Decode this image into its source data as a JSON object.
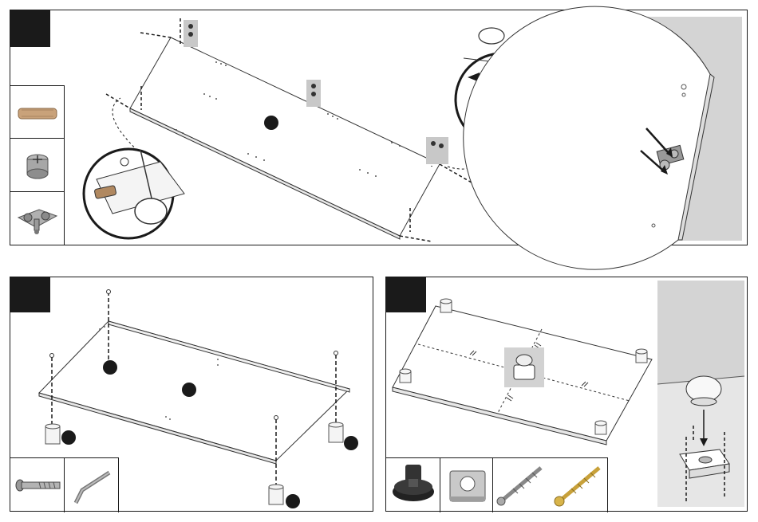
{
  "steps": [
    {
      "id": "step-1",
      "parts": [
        "wooden-dowel",
        "cam-lock-fitting",
        "hinge-plate-assembly"
      ],
      "callouts": [
        "dowel-insertion-detail",
        "cam-lock-tightening-detail",
        "edge-fitting-closeup"
      ]
    },
    {
      "id": "step-2",
      "parts": [
        "cam-bolt-screw",
        "allen-key"
      ]
    },
    {
      "id": "step-3",
      "parts": [
        "adjustable-foot-base",
        "square-mounting-plate",
        "wood-screw-silver",
        "wood-screw-gold"
      ]
    }
  ],
  "colors": {
    "ink": "#1a1a1a",
    "panel_bg": "#ffffff",
    "shade": "#d4d4d4",
    "wood": "#c9a27a",
    "metal": "#9a9a9a",
    "brass": "#c8a13a"
  }
}
